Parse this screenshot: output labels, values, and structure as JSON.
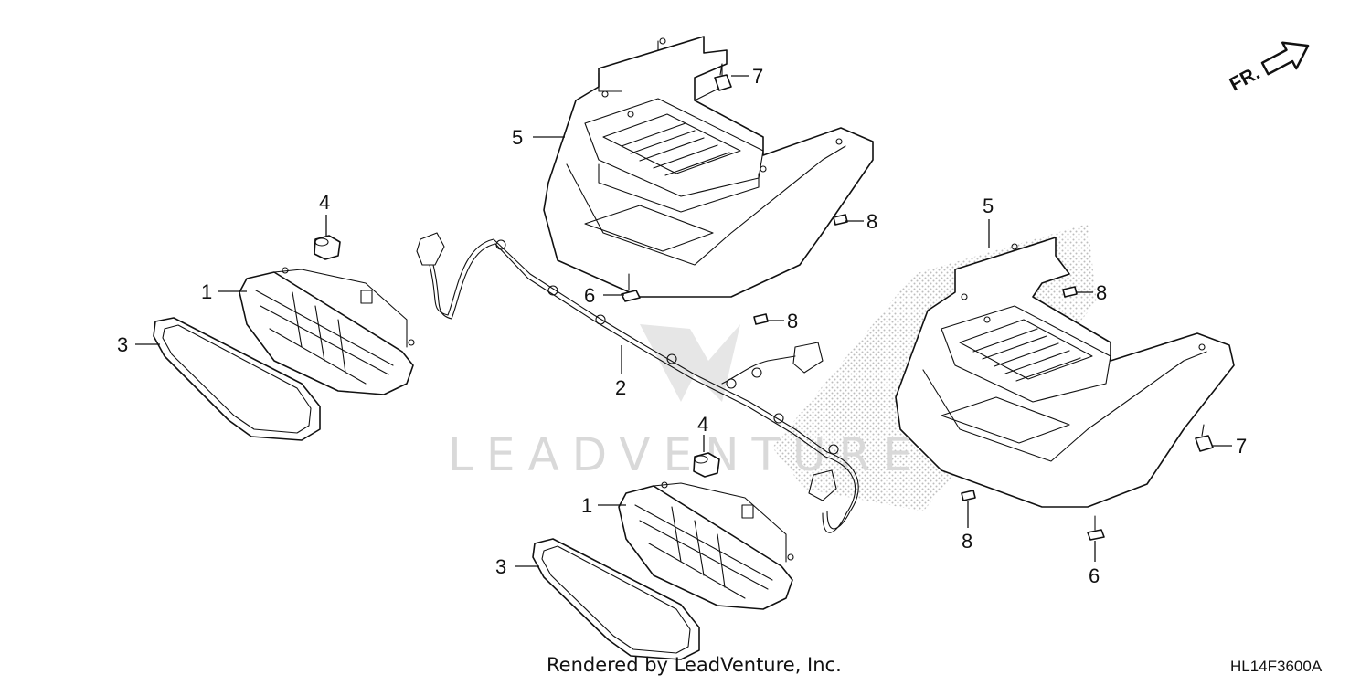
{
  "watermark": "LEADVENTURE",
  "direction_label": "FR.",
  "callouts": {
    "c1a": "1",
    "c1b": "1",
    "c2": "2",
    "c3a": "3",
    "c3b": "3",
    "c4a": "4",
    "c4b": "4",
    "c5a": "5",
    "c5b": "5",
    "c6a": "6",
    "c6b": "6",
    "c7a": "7",
    "c7b": "7",
    "c8a": "8",
    "c8b": "8",
    "c8c": "8",
    "c8d": "8"
  },
  "credit": "Rendered by LeadVenture, Inc.",
  "diagram_code": "HL14F3600A",
  "colors": {
    "line": "#111111",
    "watermark": "#d9d9d9",
    "stipple": "#bdbdbd"
  },
  "icons": [
    "front-direction-arrow-icon",
    "leadventure-logo-icon"
  ]
}
